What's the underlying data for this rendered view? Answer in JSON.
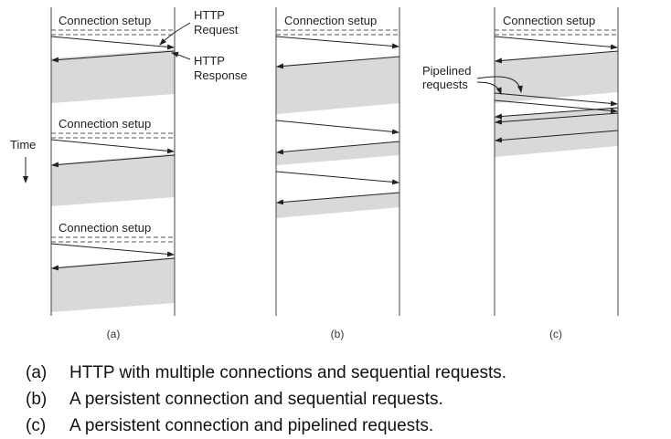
{
  "labels": {
    "connection_setup": "Connection setup",
    "http_request": [
      "HTTP",
      "Request"
    ],
    "http_response": [
      "HTTP",
      "Response"
    ],
    "pipelined_requests": [
      "Pipelined",
      "requests"
    ],
    "time": "Time"
  },
  "panels": [
    {
      "id": "a",
      "label": "(a)"
    },
    {
      "id": "b",
      "label": "(b)"
    },
    {
      "id": "c",
      "label": "(c)"
    }
  ],
  "captions": [
    {
      "tag": "(a)",
      "text": "HTTP with multiple connections and sequential requests."
    },
    {
      "tag": "(b)",
      "text": "A persistent connection and sequential requests."
    },
    {
      "tag": "(c)",
      "text": "A persistent connection and pipelined requests."
    }
  ],
  "colors": {
    "line": "#333333",
    "shade": "#d9d9d9"
  }
}
